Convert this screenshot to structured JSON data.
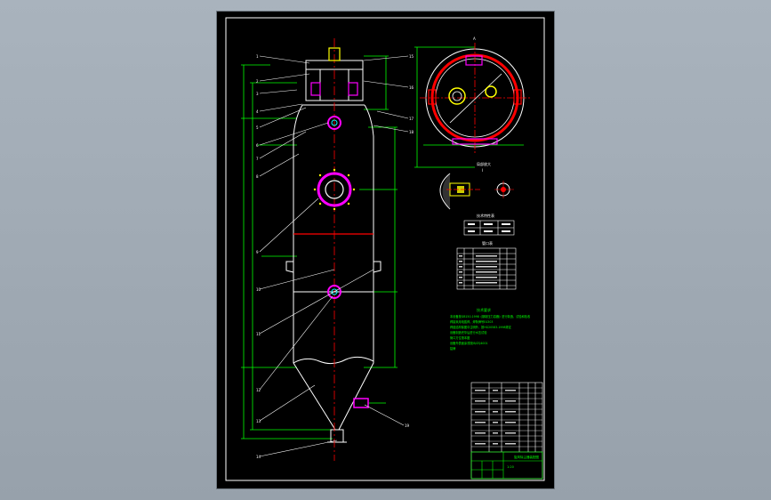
{
  "drawing": {
    "colors": {
      "background": "#a9b3bd",
      "sheet": "#000000",
      "frame": "#ffffff",
      "vessel": "#ffffff",
      "leader": "#ffffff",
      "dimension": "#00ff00",
      "centerline": "#ff0000",
      "nozzle": "#ff00ff",
      "flange": "#ffff00",
      "hatch": "#00ffff"
    },
    "notes": {
      "heading": "技术要求",
      "lines": [
        "本设备按GB150-1998《钢制压力容器》进行制造、试验和验收",
        "焊接采用电弧焊，焊条牌号E4303",
        "焊缝结构除图中注明外，按HG20583-1998规定",
        "设备制造完毕后进行水压试验",
        "管口方位按本图",
        "设备外表面涂漆按JB/ZQ4001",
        "铭牌"
      ]
    },
    "section_labels": {
      "top_view": "A",
      "detail_view": "I",
      "detail_caption": "局部放大",
      "table1_heading": "技术特性表",
      "table2_heading": "管口表"
    },
    "title_block": {
      "drawing_name": "旋风除尘器装配图",
      "scale": "1:20"
    }
  }
}
